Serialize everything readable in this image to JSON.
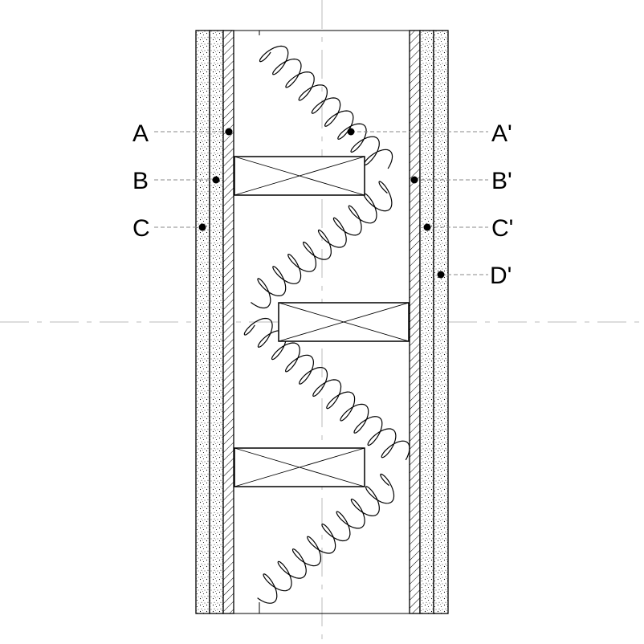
{
  "colors": {
    "line": "#000000",
    "leader": "#888888",
    "centerline": "#bbbbbb",
    "background": "#ffffff"
  },
  "labels_left": [
    "A",
    "B",
    "C"
  ],
  "labels_right": [
    "A'",
    "B'",
    "C'",
    "D'"
  ],
  "icons": {
    "insulation": "batt-insulation-coil",
    "studs": "stud-cross-section",
    "hatch": "sheathing-hatch",
    "stipple": "gypsum-stipple"
  }
}
